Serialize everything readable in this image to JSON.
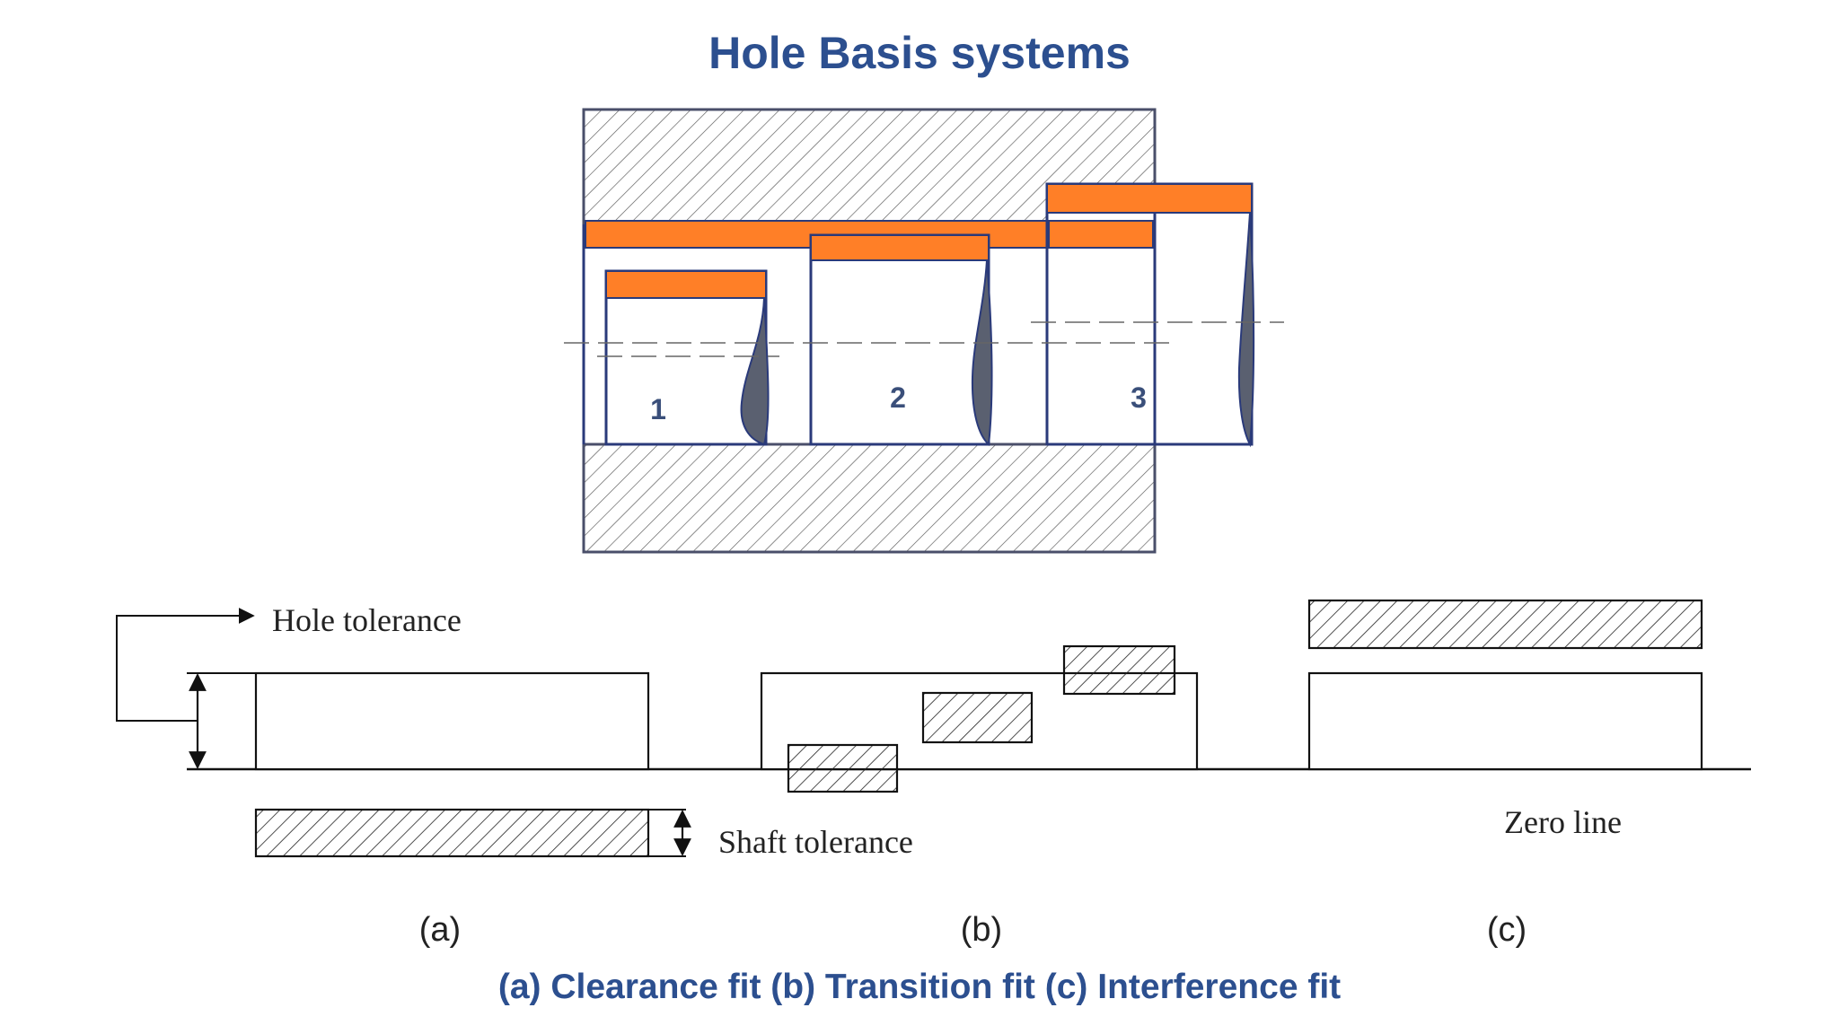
{
  "title": "Hole Basis systems",
  "caption": "(a) Clearance fit (b) Transition fit (c) Interference fit",
  "assembly": {
    "shaft_numbers": [
      "1",
      "2",
      "3"
    ]
  },
  "tolerance_diagram": {
    "hole_tolerance_label": "Hole tolerance",
    "shaft_tolerance_label": "Shaft tolerance",
    "zero_line_label": "Zero line",
    "panel_labels": [
      "(a)",
      "(b)",
      "(c)"
    ]
  },
  "colors": {
    "title": "#2c4f8f",
    "tolerance_band": "#ff7f27",
    "shaft_profile": "#5a6070",
    "outline": "#2a3a7a"
  }
}
